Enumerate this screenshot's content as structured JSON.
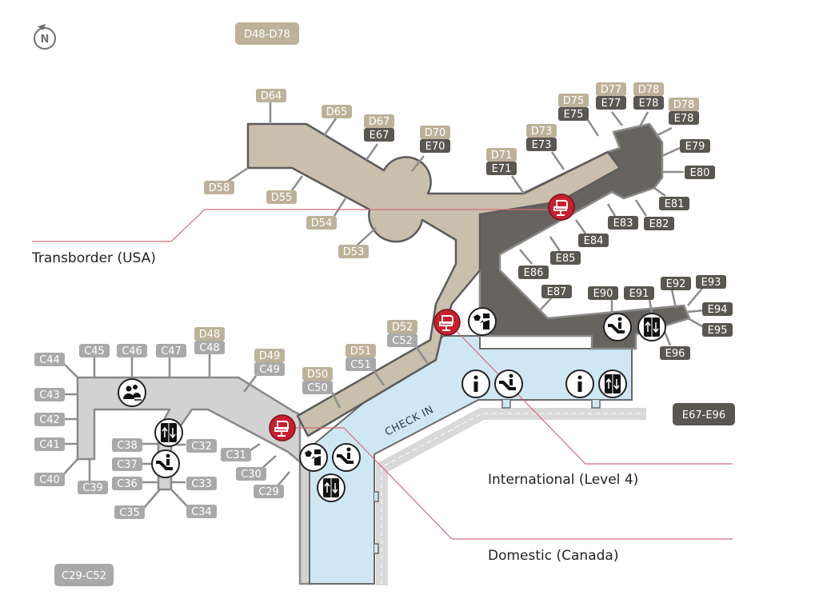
{
  "compass": {
    "label": "N"
  },
  "summary_badges": {
    "transborder": "D48-D78",
    "international": "E67-E96",
    "domestic": "C29-C52"
  },
  "legend": {
    "transborder": "Transborder (USA)",
    "international": "International (Level 4)",
    "domestic": "Domestic (Canada)"
  },
  "check_in": "CHECK IN",
  "colors": {
    "transborder": "#bdb19a",
    "transborder_fill": "#c9bfac",
    "international": "#5a5650",
    "international_fill": "#6a6661",
    "domestic": "#a9a9a9",
    "domestic_fill": "#d2d2d2",
    "landside": "#cfe7f3",
    "accent_red": "#c8202f",
    "legend_line": "#d86b7a"
  },
  "gates": [
    {
      "id": "d64",
      "top": "D64"
    },
    {
      "id": "d65",
      "top": "D65"
    },
    {
      "id": "d67",
      "top": "D67",
      "bottom": "E67"
    },
    {
      "id": "d70",
      "top": "D70",
      "bottom": "E70"
    },
    {
      "id": "d71",
      "top": "D71",
      "bottom": "E71"
    },
    {
      "id": "d73",
      "top": "D73",
      "bottom": "E73"
    },
    {
      "id": "d75",
      "top": "D75",
      "bottom": "E75"
    },
    {
      "id": "d77",
      "top": "D77",
      "bottom": "E77"
    },
    {
      "id": "d78a",
      "top": "D78",
      "bottom": "E78"
    },
    {
      "id": "d78b",
      "top": "D78",
      "bottom": "E78"
    },
    {
      "id": "d58",
      "top": "D58"
    },
    {
      "id": "d55",
      "top": "D55"
    },
    {
      "id": "d54",
      "top": "D54"
    },
    {
      "id": "d53",
      "top": "D53"
    },
    {
      "id": "e79",
      "bottom": "E79"
    },
    {
      "id": "e80",
      "bottom": "E80"
    },
    {
      "id": "e81",
      "bottom": "E81"
    },
    {
      "id": "e82",
      "bottom": "E82"
    },
    {
      "id": "e83",
      "bottom": "E83"
    },
    {
      "id": "e84",
      "bottom": "E84"
    },
    {
      "id": "e85",
      "bottom": "E85"
    },
    {
      "id": "e86",
      "bottom": "E86"
    },
    {
      "id": "e87",
      "bottom": "E87"
    },
    {
      "id": "e90",
      "bottom": "E90"
    },
    {
      "id": "e91",
      "bottom": "E91"
    },
    {
      "id": "e92",
      "bottom": "E92"
    },
    {
      "id": "e93",
      "bottom": "E93"
    },
    {
      "id": "e94",
      "bottom": "E94"
    },
    {
      "id": "e95",
      "bottom": "E95"
    },
    {
      "id": "e96",
      "bottom": "E96"
    },
    {
      "id": "d52",
      "top": "D52",
      "bottom": "C52"
    },
    {
      "id": "d51",
      "top": "D51",
      "bottom": "C51"
    },
    {
      "id": "d50",
      "top": "D50",
      "bottom": "C50"
    },
    {
      "id": "d49",
      "top": "D49",
      "bottom": "C49"
    },
    {
      "id": "d48",
      "top": "D48",
      "bottom": "C48"
    },
    {
      "id": "c47",
      "bottom": "C47"
    },
    {
      "id": "c46",
      "bottom": "C46"
    },
    {
      "id": "c45",
      "bottom": "C45"
    },
    {
      "id": "c44",
      "bottom": "C44"
    },
    {
      "id": "c43",
      "bottom": "C43"
    },
    {
      "id": "c42",
      "bottom": "C42"
    },
    {
      "id": "c41",
      "bottom": "C41"
    },
    {
      "id": "c40",
      "bottom": "C40"
    },
    {
      "id": "c39",
      "bottom": "C39"
    },
    {
      "id": "c38",
      "bottom": "C38"
    },
    {
      "id": "c37",
      "bottom": "C37"
    },
    {
      "id": "c36",
      "bottom": "C36"
    },
    {
      "id": "c35",
      "bottom": "C35"
    },
    {
      "id": "c34",
      "bottom": "C34"
    },
    {
      "id": "c33",
      "bottom": "C33"
    },
    {
      "id": "c32",
      "bottom": "C32"
    },
    {
      "id": "c31",
      "bottom": "C31"
    },
    {
      "id": "c30",
      "bottom": "C30"
    },
    {
      "id": "c29",
      "bottom": "C29"
    }
  ],
  "amenities": [
    {
      "id": "lounge-transborder",
      "icon": "lounge-icon"
    },
    {
      "id": "lounge-international",
      "icon": "lounge-icon"
    },
    {
      "id": "lounge-domestic",
      "icon": "lounge-icon"
    },
    {
      "id": "customs-1",
      "icon": "customs-icon"
    },
    {
      "id": "customs-2",
      "icon": "customs-icon"
    },
    {
      "id": "escalator-e",
      "icon": "escalator-icon"
    },
    {
      "id": "elevator-e",
      "icon": "elevator-icon"
    },
    {
      "id": "info-1",
      "icon": "info-icon"
    },
    {
      "id": "escalator-checkin",
      "icon": "escalator-icon"
    },
    {
      "id": "info-2",
      "icon": "info-icon"
    },
    {
      "id": "elevator-checkin",
      "icon": "elevator-icon"
    },
    {
      "id": "family-c",
      "icon": "family-area-icon"
    },
    {
      "id": "elevator-c",
      "icon": "elevator-icon"
    },
    {
      "id": "escalator-c",
      "icon": "escalator-icon"
    },
    {
      "id": "escalator-d",
      "icon": "escalator-icon"
    },
    {
      "id": "elevator-d",
      "icon": "elevator-icon"
    }
  ]
}
